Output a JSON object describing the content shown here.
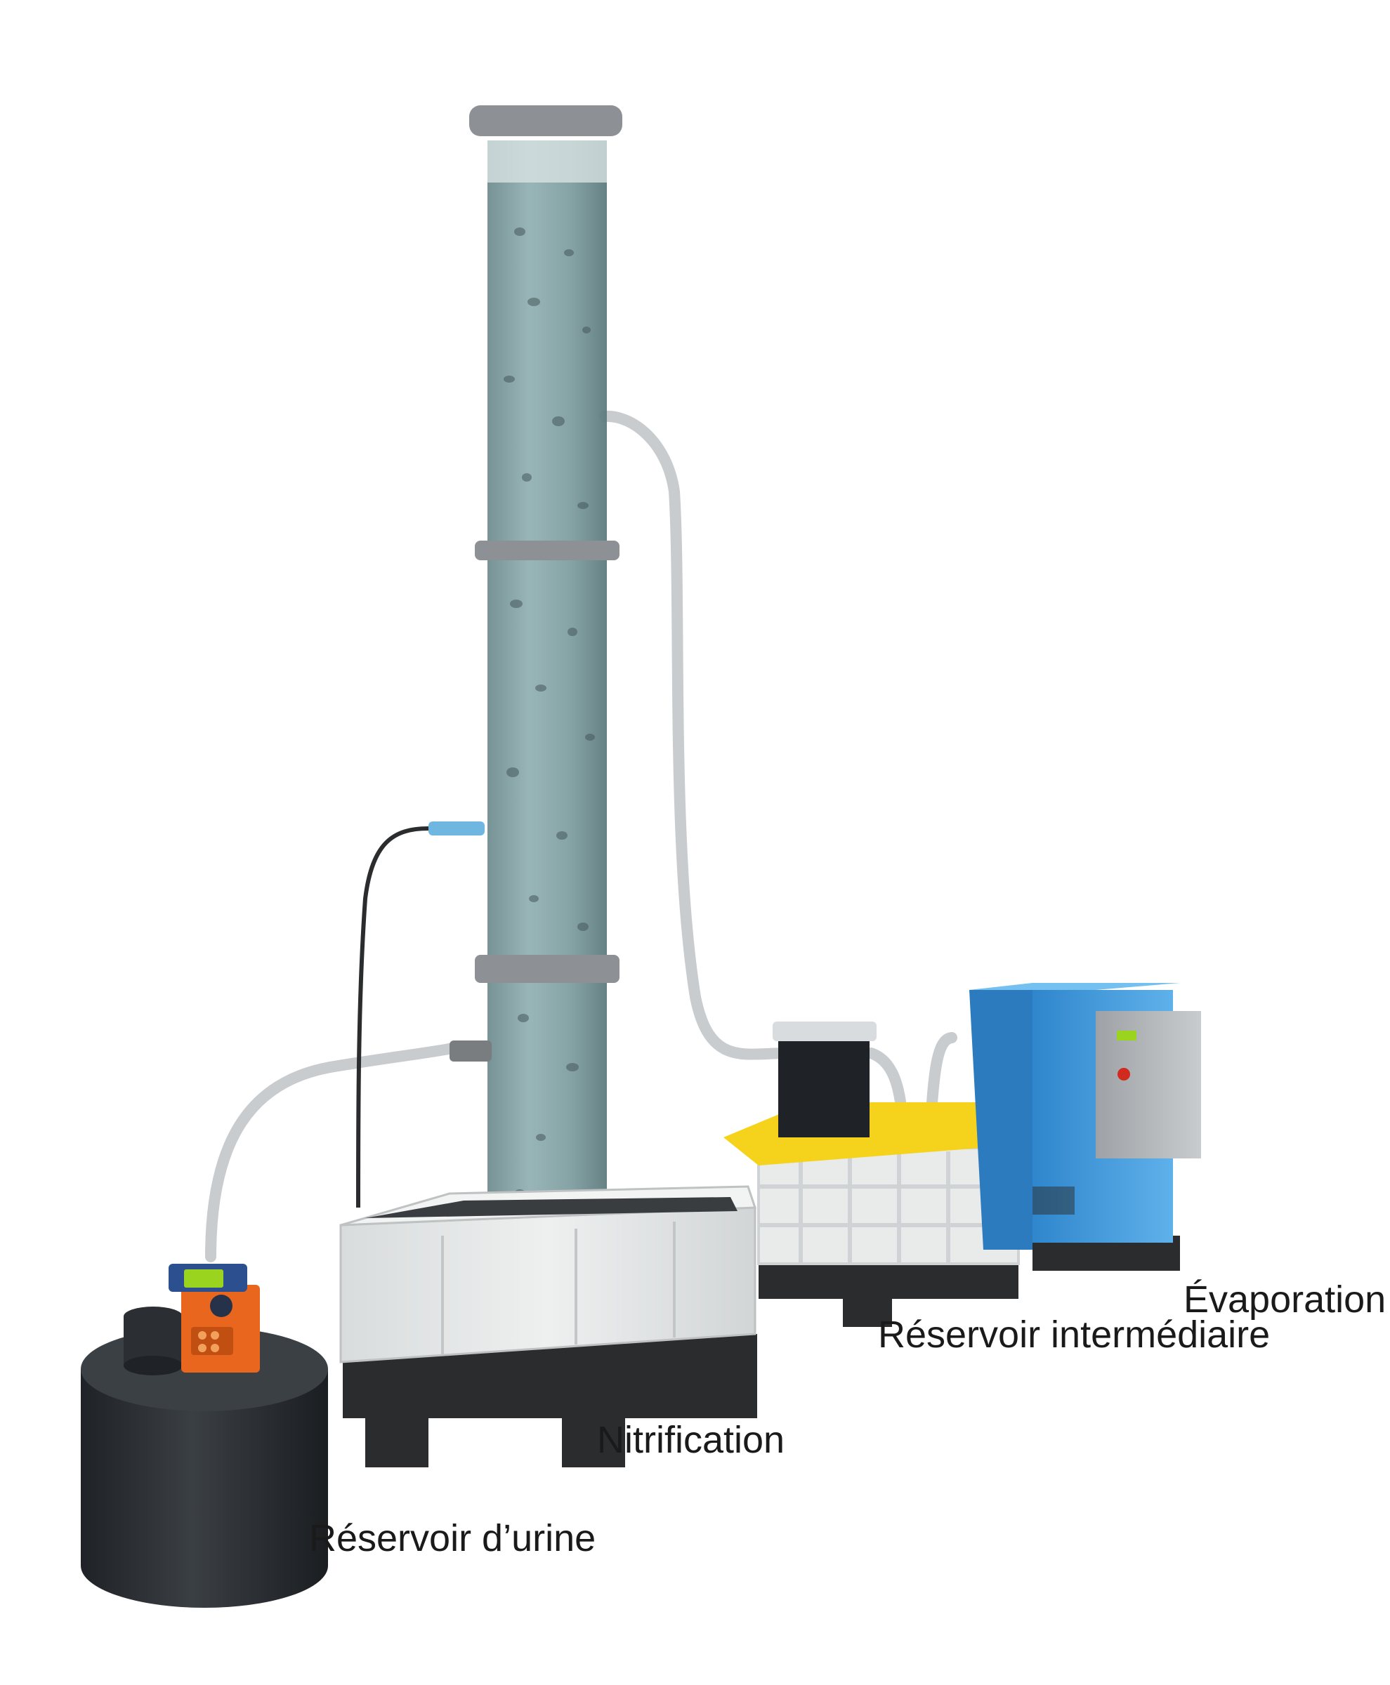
{
  "labels": {
    "urine_tank": "Réservoir d’urine",
    "nitrification": "Nitrification",
    "intermediate_tank": "Réservoir intermédiaire",
    "evaporation": "Évaporation"
  },
  "colors": {
    "background": "#ffffff",
    "column_liquid": "#7f9ea0",
    "column_cap": "#8d9094",
    "urine_tank": "#2b2f33",
    "pump_body": "#e8661e",
    "pump_head": "#2c4f8f",
    "pump_display": "#9bd41e",
    "crate": "#e6e8e8",
    "pallet": "#2a2c2e",
    "ibc_lid": "#f5d31c",
    "ibc_cage": "#cfd3d6",
    "evaporator_body": "#3a93d6",
    "control_box": "#b5b8bb",
    "hose": "#c9ccce"
  }
}
